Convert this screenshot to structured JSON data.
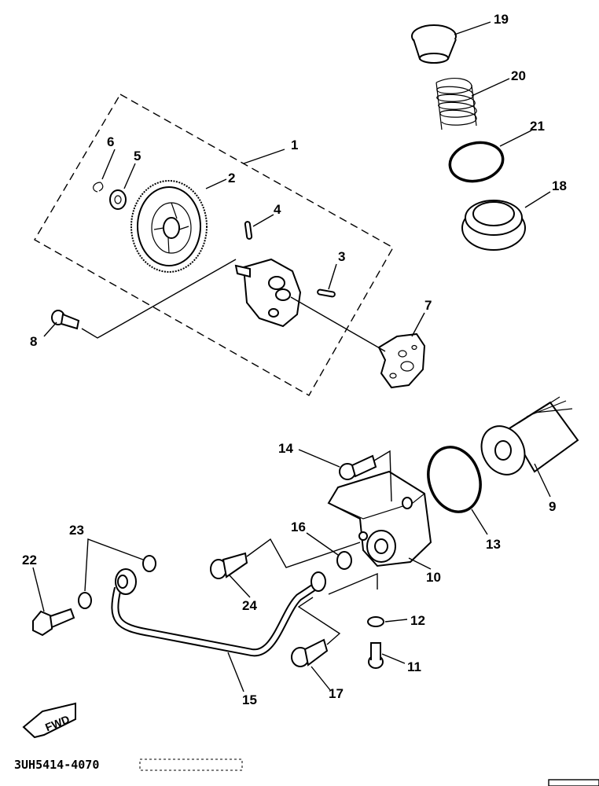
{
  "diagram": {
    "reference_code": "3UH5414-4070",
    "fwd_label": "FWD",
    "callouts": [
      {
        "id": "c1",
        "label": "1"
      },
      {
        "id": "c2",
        "label": "2"
      },
      {
        "id": "c3",
        "label": "3"
      },
      {
        "id": "c4",
        "label": "4"
      },
      {
        "id": "c5",
        "label": "5"
      },
      {
        "id": "c6",
        "label": "6"
      },
      {
        "id": "c7",
        "label": "7"
      },
      {
        "id": "c8",
        "label": "8"
      },
      {
        "id": "c9",
        "label": "9"
      },
      {
        "id": "c10",
        "label": "10"
      },
      {
        "id": "c11",
        "label": "11"
      },
      {
        "id": "c12",
        "label": "12"
      },
      {
        "id": "c13",
        "label": "13"
      },
      {
        "id": "c14",
        "label": "14"
      },
      {
        "id": "c15",
        "label": "15"
      },
      {
        "id": "c16",
        "label": "16"
      },
      {
        "id": "c17",
        "label": "17"
      },
      {
        "id": "c18",
        "label": "18"
      },
      {
        "id": "c19",
        "label": "19"
      },
      {
        "id": "c20",
        "label": "20"
      },
      {
        "id": "c21",
        "label": "21"
      },
      {
        "id": "c22",
        "label": "22"
      },
      {
        "id": "c23",
        "label": "23"
      },
      {
        "id": "c24",
        "label": "24"
      }
    ]
  }
}
